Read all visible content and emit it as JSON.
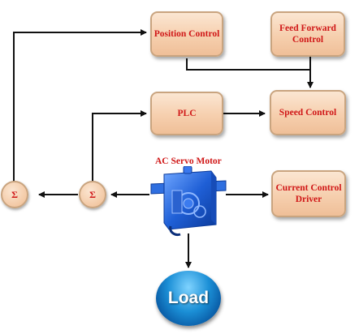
{
  "blocks": {
    "position_control": "Position Control",
    "feed_forward_control": "Feed Forward\nControl",
    "plc": "PLC",
    "speed_control": "Speed Control",
    "current_control_driver": "Current Control\nDriver"
  },
  "summing_junctions": {
    "left": "Σ",
    "right": "Σ"
  },
  "motor": {
    "label": "AC Servo Motor"
  },
  "load": {
    "label": "Load"
  },
  "colors": {
    "block_fill": "#f6cfae",
    "block_border": "#c9a47f",
    "text_red": "#d01818",
    "motor_blue": "#1f5fd6",
    "load_blue": "#1b8fd6"
  }
}
